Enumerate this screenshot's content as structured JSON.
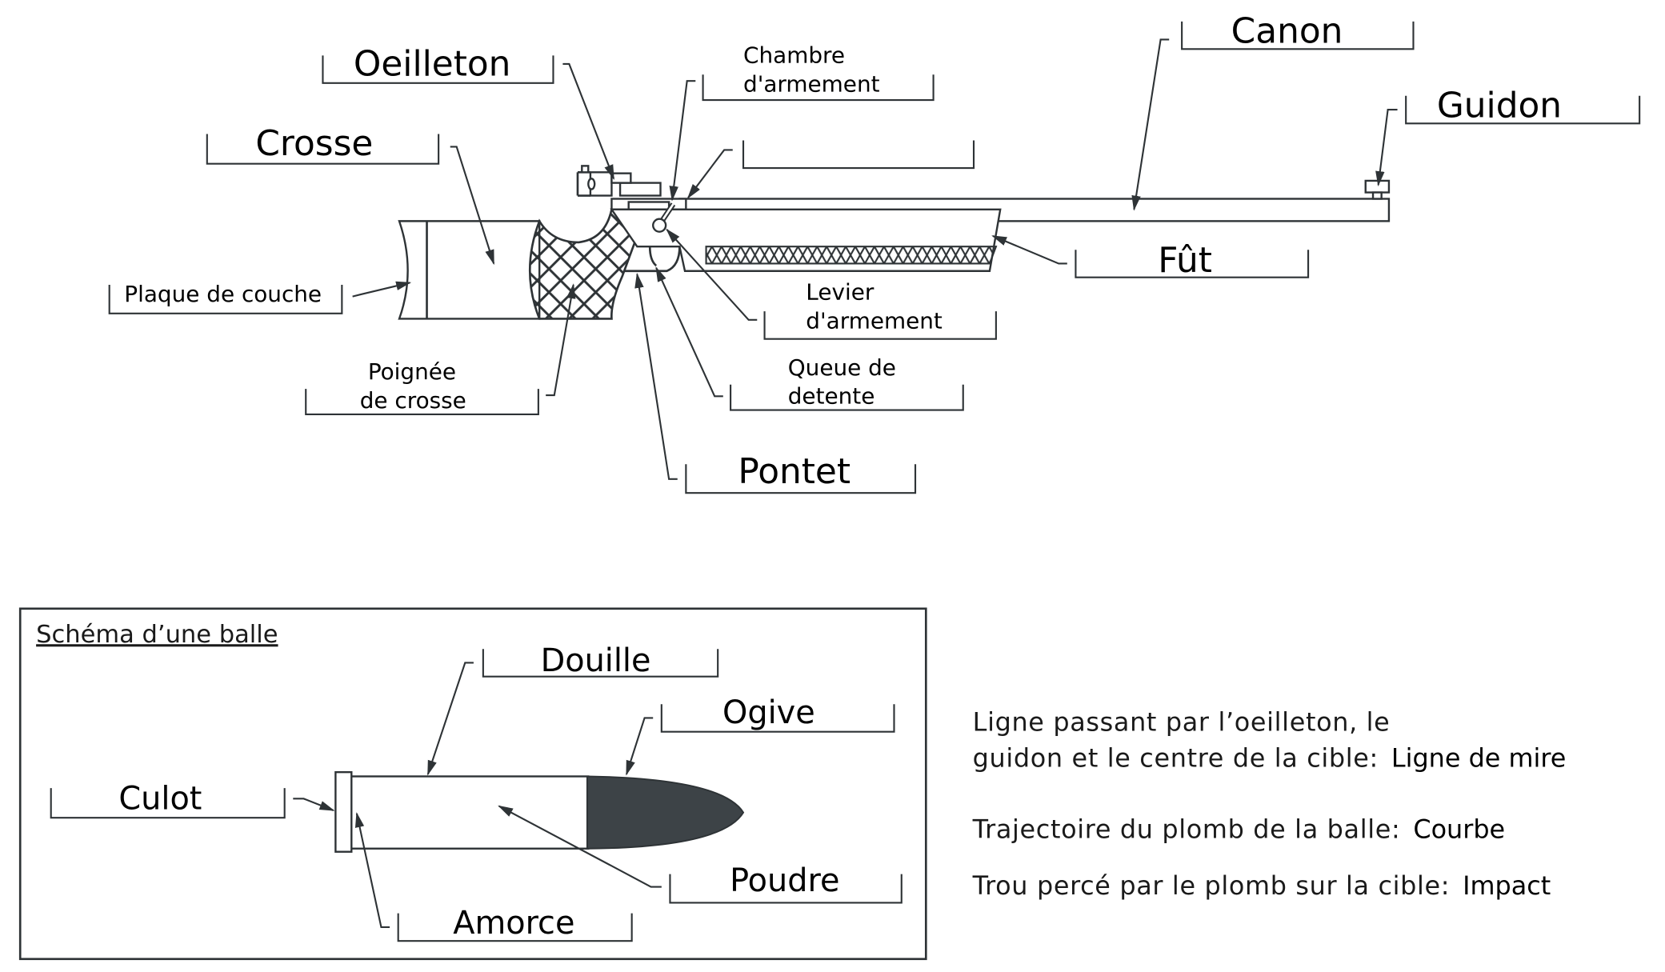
{
  "rifle": {
    "labels": {
      "oeilleton": "Oeilleton",
      "crosse": "Crosse",
      "chambre_line1": "Chambre",
      "chambre_line2": "d'armement",
      "blank_label": "",
      "canon": "Canon",
      "guidon": "Guidon",
      "fut": "Fût",
      "plaque": "Plaque de couche",
      "poignee_line1": "Poignée",
      "poignee_line2": "de crosse",
      "levier_line1": "Levier",
      "levier_line2": "d'armement",
      "queue_line1": "Queue de",
      "queue_line2": "detente",
      "pontet": "Pontet"
    }
  },
  "bullet": {
    "title": "Schéma d’une balle",
    "labels": {
      "douille": "Douille",
      "ogive": "Ogive",
      "culot": "Culot",
      "poudre": "Poudre",
      "amorce": "Amorce"
    },
    "colors": {
      "ogive_fill": "#3d4347"
    }
  },
  "definitions": [
    {
      "line1": "Ligne passant par l’oeilleton, le",
      "line2": "guidon et le centre de la cible:",
      "answer": "Ligne de mire"
    },
    {
      "line1": "Trajectoire du plomb de la balle:",
      "answer": "Courbe"
    },
    {
      "line1": "Trou percé par le plomb sur la cible:",
      "answer": "Impact"
    }
  ]
}
